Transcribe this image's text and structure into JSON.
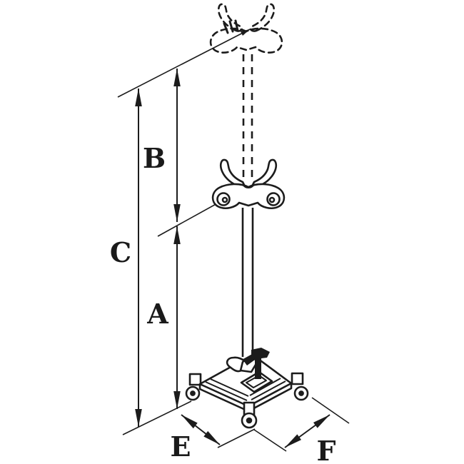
{
  "diagram": {
    "background": "#ffffff",
    "line_color": "#1c1c1c",
    "labels": {
      "A": "A",
      "B": "B",
      "C": "C",
      "E": "E",
      "F": "F"
    }
  }
}
